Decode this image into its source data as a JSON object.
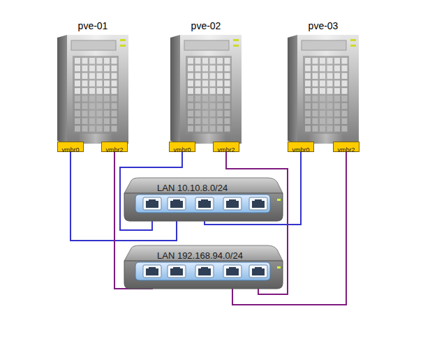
{
  "diagram": {
    "nodes": [
      {
        "text": [
          "pve-01"
        ]
      },
      {
        "text": [
          "vmbr0"
        ],
        "in": 0
      },
      {
        "text": [
          "vmbr2"
        ],
        "in": 0
      },
      {
        "text": [
          "pve-02"
        ]
      },
      {
        "text": [
          "vmbr0"
        ],
        "in": 3
      },
      {
        "text": [
          "vmbr2"
        ],
        "in": 3
      },
      {
        "text": [
          "pve-03"
        ]
      },
      {
        "text": [
          "vmbr0"
        ],
        "in": 6
      },
      {
        "text": [
          "vmbr2"
        ],
        "in": 6
      },
      {
        "text": [
          "LAN 10.10.8.0/24"
        ]
      },
      {
        "text": [
          "LAN 192.168.94.0/24"
        ]
      }
    ],
    "edges": [
      {
        "from": 1,
        "to": 9,
        "arrow": "none"
      },
      {
        "from": 4,
        "to": 9,
        "arrow": "none"
      },
      {
        "from": 7,
        "to": 9,
        "arrow": "none"
      },
      {
        "from": 2,
        "to": 10,
        "arrow": "none"
      },
      {
        "from": 5,
        "to": 10,
        "arrow": "none"
      },
      {
        "from": 8,
        "to": 10,
        "arrow": "none"
      }
    ]
  }
}
